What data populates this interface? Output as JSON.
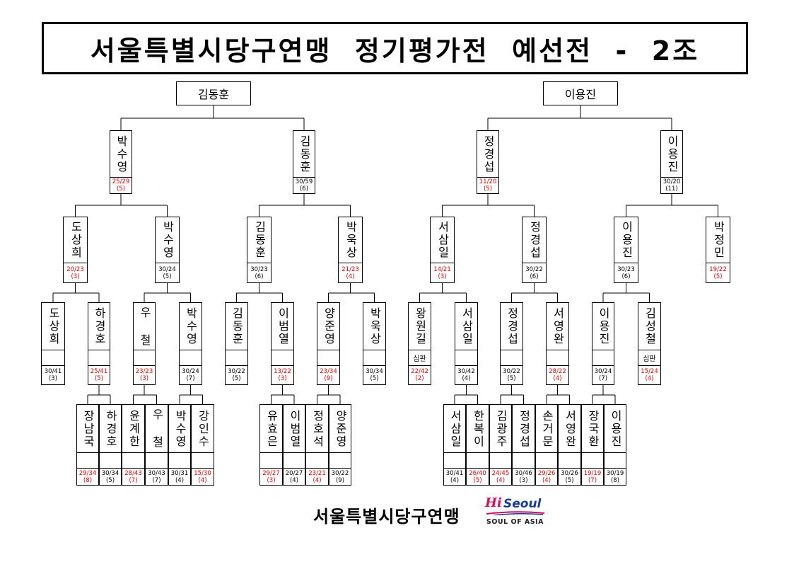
{
  "title": "서울특별시당구연맹  정기평가전  예선전  -  2조",
  "champions": [
    "김동훈",
    "이용진"
  ],
  "colors": {
    "lose": "#e00000",
    "win": "#000000",
    "logo_pink": "#d0105a",
    "logo_blue": "#1a3a9a"
  },
  "footer": {
    "org": "서울특별시당구연맹",
    "logo_hi": "Hi",
    "logo_seoul": "Seoul",
    "logo_sub": "SOUL OF ASIA"
  },
  "players": [
    {
      "name": "박수영",
      "score": "25/29",
      "rank": "(5)",
      "red": true
    },
    {
      "name": "김동훈",
      "score": "30/59",
      "rank": "(6)",
      "red": false
    },
    {
      "name": "정경섭",
      "score": "11/20",
      "rank": "(5)",
      "red": true
    },
    {
      "name": "이용진",
      "score": "30/20",
      "rank": "(11)",
      "red": false
    },
    {
      "name": "도상희",
      "score": "20/23",
      "rank": "(3)",
      "red": true
    },
    {
      "name": "박수영",
      "score": "30/24",
      "rank": "(5)",
      "red": false
    },
    {
      "name": "김동훈",
      "score": "30/23",
      "rank": "(6)",
      "red": false
    },
    {
      "name": "박욱상",
      "score": "21/23",
      "rank": "(4)",
      "red": true
    },
    {
      "name": "서삼일",
      "score": "14/21",
      "rank": "(3)",
      "red": true
    },
    {
      "name": "정경섭",
      "score": "30/22",
      "rank": "(6)",
      "red": false
    },
    {
      "name": "이용진",
      "score": "30/23",
      "rank": "(6)",
      "red": false
    },
    {
      "name": "박정민",
      "score": "19/22",
      "rank": "(5)",
      "red": true
    },
    {
      "name": "도상희",
      "score": "30/41",
      "rank": "(3)",
      "red": false
    },
    {
      "name": "하경호",
      "score": "25/41",
      "rank": "(5)",
      "red": true
    },
    {
      "name": "우 철",
      "score": "23/23",
      "rank": "(3)",
      "red": true
    },
    {
      "name": "박수영",
      "score": "30/24",
      "rank": "(7)",
      "red": false
    },
    {
      "name": "김동훈",
      "score": "30/22",
      "rank": "(5)",
      "red": false
    },
    {
      "name": "이범열",
      "score": "13/22",
      "rank": "(3)",
      "red": true
    },
    {
      "name": "양준영",
      "score": "23/34",
      "rank": "(9)",
      "red": true
    },
    {
      "name": "박욱상",
      "score": "30/34",
      "rank": "(5)",
      "red": false
    },
    {
      "name": "왕원길",
      "score": "22/42",
      "rank": "(2)",
      "red": true,
      "judge": "심판"
    },
    {
      "name": "서삼일",
      "score": "30/42",
      "rank": "(4)",
      "red": false
    },
    {
      "name": "정경섭",
      "score": "30/22",
      "rank": "(5)",
      "red": false
    },
    {
      "name": "서영완",
      "score": "28/22",
      "rank": "(4)",
      "red": true
    },
    {
      "name": "이용진",
      "score": "30/24",
      "rank": "(7)",
      "red": false
    },
    {
      "name": "김성철",
      "score": "15/24",
      "rank": "(4)",
      "red": true,
      "judge": "심판"
    },
    {
      "name": "장남국",
      "score": "29/34",
      "rank": "(8)",
      "red": true
    },
    {
      "name": "하경호",
      "score": "30/34",
      "rank": "(5)",
      "red": false
    },
    {
      "name": "윤계한",
      "score": "28/43",
      "rank": "(7)",
      "red": true
    },
    {
      "name": "우 철",
      "score": "30/43",
      "rank": "(7)",
      "red": false
    },
    {
      "name": "박수영",
      "score": "30/31",
      "rank": "(4)",
      "red": false
    },
    {
      "name": "강인수",
      "score": "15/30",
      "rank": "(4)",
      "red": true
    },
    {
      "name": "유효은",
      "score": "29/27",
      "rank": "(3)",
      "red": true
    },
    {
      "name": "이범열",
      "score": "20/27",
      "rank": "(4)",
      "red": false
    },
    {
      "name": "정호석",
      "score": "23/21",
      "rank": "(4)",
      "red": true
    },
    {
      "name": "양준영",
      "score": "30/22",
      "rank": "(9)",
      "red": false
    },
    {
      "name": "서삼일",
      "score": "30/41",
      "rank": "(4)",
      "red": false
    },
    {
      "name": "한복이",
      "score": "26/40",
      "rank": "(5)",
      "red": true
    },
    {
      "name": "김광주",
      "score": "24/45",
      "rank": "(4)",
      "red": true
    },
    {
      "name": "정경섭",
      "score": "30/46",
      "rank": "(3)",
      "red": false
    },
    {
      "name": "손거문",
      "score": "29/26",
      "rank": "(4)",
      "red": true
    },
    {
      "name": "서영완",
      "score": "30/26",
      "rank": "(5)",
      "red": false
    },
    {
      "name": "장국환",
      "score": "19/19",
      "rank": "(7)",
      "red": true
    },
    {
      "name": "이용진",
      "score": "30/19",
      "rank": "(8)",
      "red": false
    }
  ]
}
